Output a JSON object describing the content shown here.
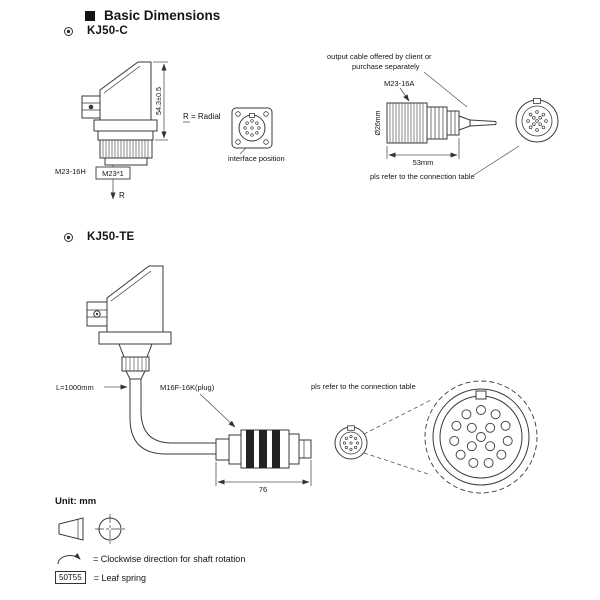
{
  "header": {
    "title": "Basic Dimensions"
  },
  "kj50c": {
    "name": "KJ50-C",
    "dim_height": "54.3±0.5",
    "thread_label": "M23-16H",
    "thread_spec": "M23*1",
    "radial_r": "R",
    "radial_note": "R = Radial",
    "interface_note": "interface position",
    "cable_note_line1": "output cable offered by client or",
    "cable_note_line2": "purchase separately",
    "plug_model": "M23-16A",
    "diameter": "Ø26mm",
    "length": "53mm",
    "connection_note": "pls refer to the connection table"
  },
  "kj50te": {
    "name": "KJ50-TE",
    "cable_length": "L=1000mm",
    "plug_model": "M16F-16K(plug)",
    "plug_length": "76",
    "connection_note": "pls refer to the connection table"
  },
  "legend": {
    "unit": "Unit: mm",
    "rotation_note": "= Clockwise direction for shaft rotation",
    "leaf_spring_code": "50T55",
    "leaf_spring_note": "= Leaf spring"
  }
}
